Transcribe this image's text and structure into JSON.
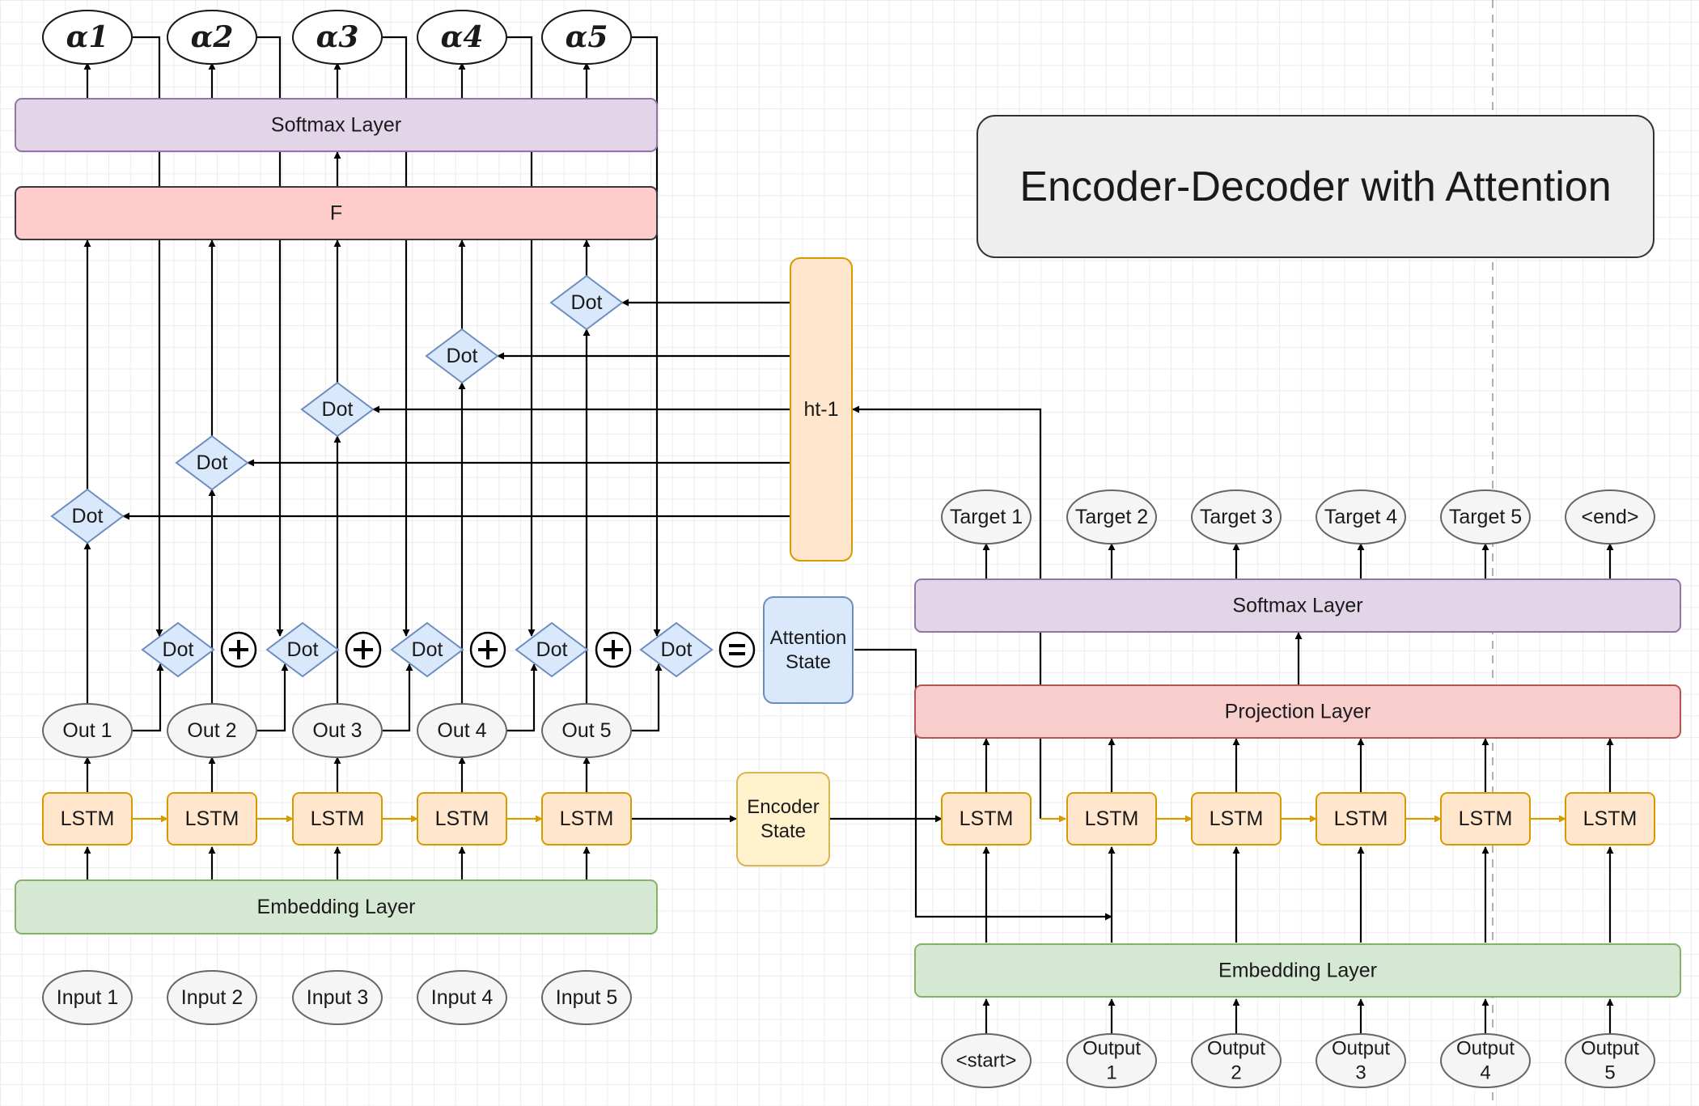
{
  "title": "Encoder-Decoder with Attention",
  "colors": {
    "lstm_fill": "#ffe6cc",
    "lstm_stroke": "#d79b00",
    "embed_fill": "#d5e8d4",
    "embed_stroke": "#82b366",
    "softmax_fill": "#e1d5e7",
    "softmax_stroke": "#9673a6",
    "f_fill": "#ffcccc",
    "f_stroke": "#36393d",
    "proj_fill": "#f8cecc",
    "proj_stroke": "#b85450",
    "dot_fill": "#dae8fc",
    "dot_stroke": "#6c8ebf",
    "ellipse_fill": "#f5f5f5",
    "ellipse_stroke": "#666666",
    "encstate_fill": "#fff2cc",
    "encstate_stroke": "#d6b656",
    "title_fill": "#eeeeee"
  },
  "encoder": {
    "inputs": [
      "Input 1",
      "Input 2",
      "Input 3",
      "Input 4",
      "Input 5"
    ],
    "embedding_label": "Embedding Layer",
    "lstm_label": "LSTM",
    "outputs": [
      "Out 1",
      "Out 2",
      "Out 3",
      "Out 4",
      "Out 5"
    ]
  },
  "attention": {
    "dot_label": "Dot",
    "plus_symbol": "+",
    "equals_symbol": "=",
    "state_label_line1": "Attention",
    "state_label_line2": "State",
    "f_label": "F",
    "softmax_label": "Softmax Layer",
    "alphas": [
      "α1",
      "α2",
      "α3",
      "α4",
      "α5"
    ],
    "hidden_label": "ht-1"
  },
  "encoder_state": {
    "line1": "Encoder",
    "line2": "State"
  },
  "decoder": {
    "inputs": [
      {
        "line1": "<start>",
        "line2": ""
      },
      {
        "line1": "Output",
        "line2": "1"
      },
      {
        "line1": "Output",
        "line2": "2"
      },
      {
        "line1": "Output",
        "line2": "3"
      },
      {
        "line1": "Output",
        "line2": "4"
      },
      {
        "line1": "Output",
        "line2": "5"
      }
    ],
    "embedding_label": "Embedding Layer",
    "lstm_label": "LSTM",
    "projection_label": "Projection Layer",
    "softmax_label": "Softmax Layer",
    "targets": [
      "Target 1",
      "Target 2",
      "Target 3",
      "Target 4",
      "Target 5",
      "<end>"
    ]
  }
}
